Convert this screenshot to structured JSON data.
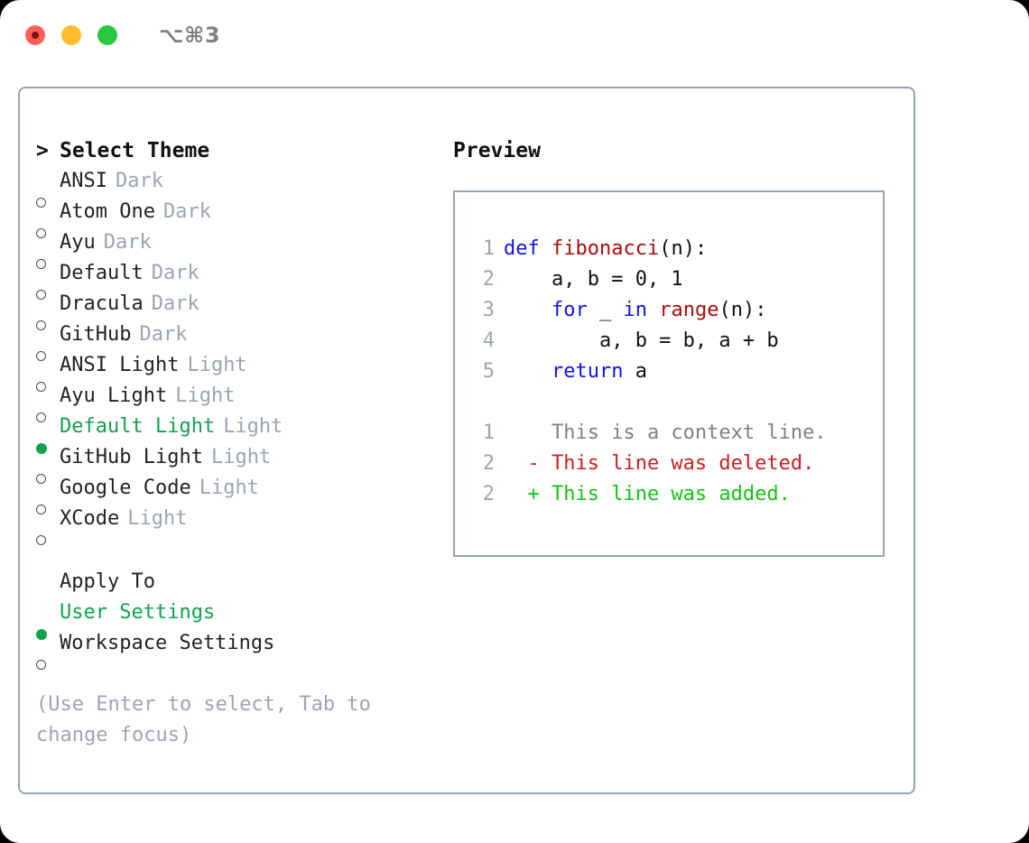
{
  "titlebar": {
    "shortcut": "⌥⌘3",
    "buttons": [
      {
        "name": "close",
        "color": "#ff5f57"
      },
      {
        "name": "minimize",
        "color": "#ffbd2e"
      },
      {
        "name": "maximize",
        "color": "#28c840"
      }
    ]
  },
  "theme_section": {
    "caret": ">",
    "title": "Select Theme",
    "selected_bullet": "●",
    "unselected_bullet": "○",
    "items": [
      {
        "label": "ANSI",
        "suffix": "Dark",
        "selected": false
      },
      {
        "label": "Atom One",
        "suffix": "Dark",
        "selected": false
      },
      {
        "label": "Ayu",
        "suffix": "Dark",
        "selected": false
      },
      {
        "label": "Default",
        "suffix": "Dark",
        "selected": false
      },
      {
        "label": "Dracula",
        "suffix": "Dark",
        "selected": false
      },
      {
        "label": "GitHub",
        "suffix": "Dark",
        "selected": false
      },
      {
        "label": "ANSI Light",
        "suffix": "Light",
        "selected": false
      },
      {
        "label": "Ayu Light",
        "suffix": "Light",
        "selected": false
      },
      {
        "label": "Default Light",
        "suffix": "Light",
        "selected": true
      },
      {
        "label": "GitHub Light",
        "suffix": "Light",
        "selected": false
      },
      {
        "label": "Google Code",
        "suffix": "Light",
        "selected": false
      },
      {
        "label": "XCode",
        "suffix": "Light",
        "selected": false
      }
    ]
  },
  "apply_to": {
    "title": "Apply To",
    "items": [
      {
        "label": "User Settings",
        "selected": true
      },
      {
        "label": "Workspace Settings",
        "selected": false
      }
    ]
  },
  "help": {
    "text": "(Use Enter to select, Tab to change focus)"
  },
  "preview": {
    "title": "Preview",
    "code_lines": [
      {
        "lineno": "1",
        "tokens": [
          {
            "text": "def ",
            "kind": "kw"
          },
          {
            "text": "fibonacci",
            "kind": "fn"
          },
          {
            "text": "(n):",
            "kind": "plain"
          }
        ]
      },
      {
        "lineno": "2",
        "tokens": [
          {
            "text": "    a, b = 0, 1",
            "kind": "plain"
          }
        ]
      },
      {
        "lineno": "3",
        "tokens": [
          {
            "text": "    ",
            "kind": "plain"
          },
          {
            "text": "for",
            "kind": "kw"
          },
          {
            "text": " _ ",
            "kind": "plain"
          },
          {
            "text": "in",
            "kind": "kw"
          },
          {
            "text": " ",
            "kind": "plain"
          },
          {
            "text": "range",
            "kind": "fn"
          },
          {
            "text": "(n):",
            "kind": "plain"
          }
        ]
      },
      {
        "lineno": "4",
        "tokens": [
          {
            "text": "        a, b = b, a + b",
            "kind": "plain"
          }
        ]
      },
      {
        "lineno": "5",
        "tokens": [
          {
            "text": "    ",
            "kind": "plain"
          },
          {
            "text": "return",
            "kind": "kw"
          },
          {
            "text": " a",
            "kind": "plain"
          }
        ]
      }
    ],
    "diff_lines": [
      {
        "lineno": "1",
        "marker": "  ",
        "text": "This is a context line.",
        "kind": "ctx"
      },
      {
        "lineno": "2",
        "marker": "- ",
        "text": "This line was deleted.",
        "kind": "del"
      },
      {
        "lineno": "2",
        "marker": "+ ",
        "text": "This line was added.",
        "kind": "add"
      }
    ]
  },
  "colors": {
    "accent_green": "#12a150",
    "muted": "#9aa5b4",
    "border": "#97a3b6",
    "keyword_blue": "#1414e0",
    "function_red": "#a80e0e",
    "diff_add": "#14c414",
    "diff_del": "#cc2020",
    "diff_ctx": "#808080"
  }
}
